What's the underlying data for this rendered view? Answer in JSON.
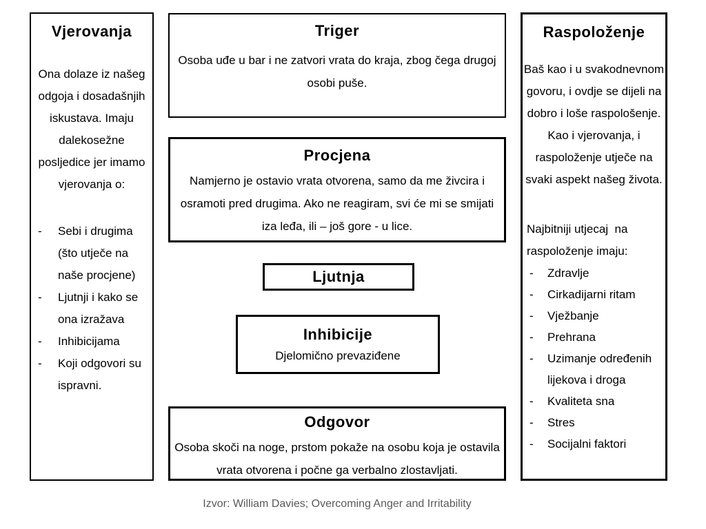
{
  "ui": {
    "bullet_marker": "-"
  },
  "beliefs_panel": {
    "title": "Vjerovanja",
    "intro": "Ona dolaze iz našeg odgoja i dosadašnjih iskustava. Imaju dalekosežne posljedice jer imamo vjerovanja o:",
    "bullets": [
      "Sebi i drugima (što utječe na naše procjene)",
      "Ljutnji i kako se ona izražava",
      "Inhibicijama",
      "Koji odgovori su ispravni."
    ]
  },
  "flow": {
    "trigger": {
      "title": "Triger",
      "body": "Osoba uđe u bar i ne zatvori vrata do kraja, zbog čega drugoj osobi puše."
    },
    "appraisal": {
      "title": "Procjena",
      "body": "Namjerno je ostavio vrata otvorena, samo da me živcira i osramoti pred drugima. Ako ne reagiram, svi će mi se smijati iza leđa, ili – još gore - u lice."
    },
    "anger": {
      "title": "Ljutnja"
    },
    "inhibitions": {
      "title": "Inhibicije",
      "body": "Djelomično prevaziđene"
    },
    "response": {
      "title": "Odgovor",
      "body": "Osoba skoči na noge, prstom pokaže na osobu koja je ostavila vrata otvorena i počne ga verbalno zlostavljati."
    }
  },
  "mood_panel": {
    "title": "Raspoloženje",
    "intro": "Baš kao i u svakodnevnom govoru, i ovdje se dijeli na dobro i loše raspološenje. Kao i vjerovanja, i raspoloženje utječe na svaki aspekt našeg života.",
    "subheading": "Najbitniji utjecaj  na raspoloženje imaju:",
    "bullets": [
      "Zdravlje",
      "Cirkadijarni ritam",
      "Vježbanje",
      "Prehrana",
      "Uzimanje određenih lijekova i droga",
      "Kvaliteta sna",
      "Stres",
      "Socijalni faktori"
    ]
  },
  "footer": {
    "source": "Izvor: William Davies; Overcoming Anger and Irritability"
  },
  "colors": {
    "background": "#ffffff",
    "border": "#000000",
    "text": "#000000",
    "source_text": "#595959"
  }
}
